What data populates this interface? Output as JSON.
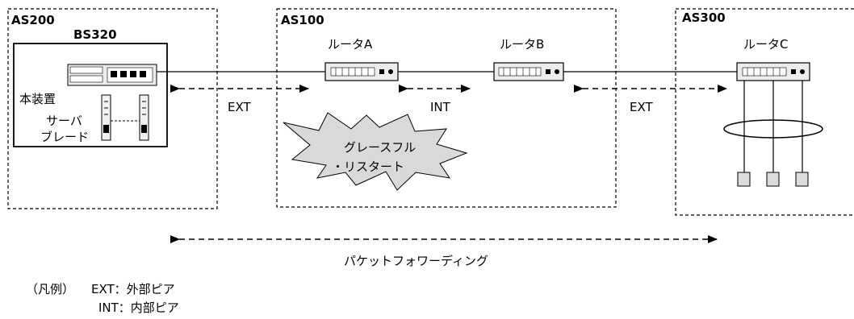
{
  "as_boxes": {
    "as200": "AS200",
    "as100": "AS100",
    "as300": "AS300"
  },
  "device": {
    "name": "BS320",
    "main_unit": "本装置",
    "server_blade_line1": "サーバ",
    "server_blade_line2": "ブレード"
  },
  "routers": {
    "a": "ルータA",
    "b": "ルータB",
    "c": "ルータC"
  },
  "links": {
    "ext_left": "EXT",
    "int": "INT",
    "ext_right": "EXT"
  },
  "graceful_restart": {
    "line1": "グレースフル",
    "line2": "・リスタート"
  },
  "forwarding": "パケットフォワーディング",
  "legend": {
    "prefix": "（凡例）",
    "ext": "EXT：外部ピア",
    "int": "INT：内部ピア"
  },
  "colors": {
    "burst_fill": "#d9d9d9",
    "router_fill": "#ececec"
  }
}
